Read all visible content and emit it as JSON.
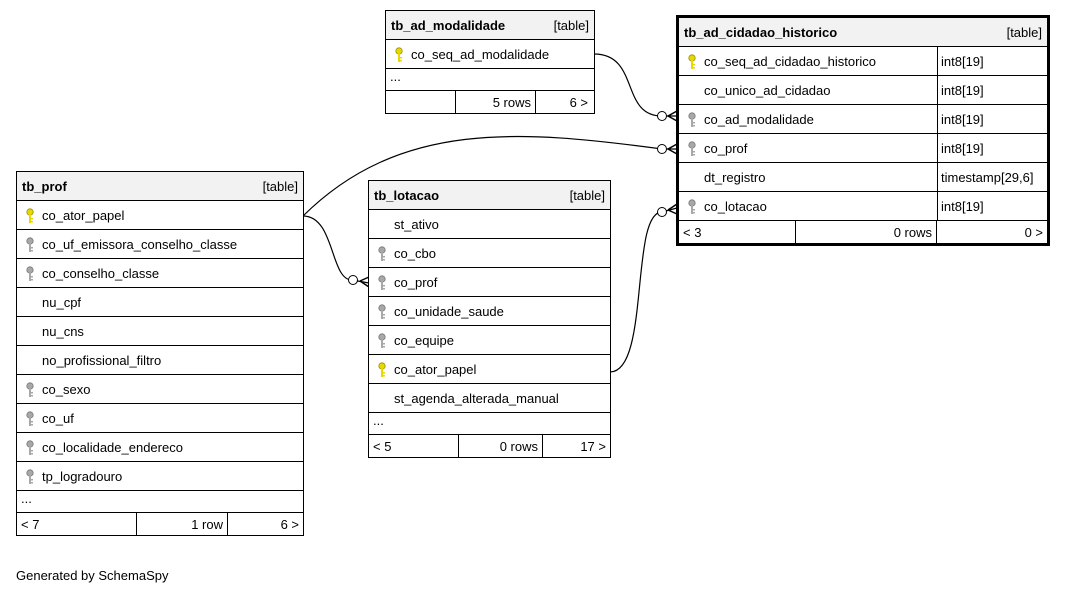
{
  "tables": {
    "modalidade": {
      "name": "tb_ad_modalidade",
      "kind": "[table]",
      "columns": [
        {
          "name": "co_seq_ad_modalidade",
          "key": "primary"
        }
      ],
      "ellipsis": "...",
      "footer": {
        "left": "",
        "middle": "5 rows",
        "right": "6 >"
      }
    },
    "historico": {
      "name": "tb_ad_cidadao_historico",
      "kind": "[table]",
      "columns": [
        {
          "name": "co_seq_ad_cidadao_historico",
          "type": "int8[19]",
          "key": "primary"
        },
        {
          "name": "co_unico_ad_cidadao",
          "type": "int8[19]",
          "key": "none"
        },
        {
          "name": "co_ad_modalidade",
          "type": "int8[19]",
          "key": "foreign"
        },
        {
          "name": "co_prof",
          "type": "int8[19]",
          "key": "foreign"
        },
        {
          "name": "dt_registro",
          "type": "timestamp[29,6]",
          "key": "none"
        },
        {
          "name": "co_lotacao",
          "type": "int8[19]",
          "key": "foreign"
        }
      ],
      "footer": {
        "left": "< 3",
        "middle": "0 rows",
        "right": "0 >"
      }
    },
    "prof": {
      "name": "tb_prof",
      "kind": "[table]",
      "columns": [
        {
          "name": "co_ator_papel",
          "key": "primary"
        },
        {
          "name": "co_uf_emissora_conselho_classe",
          "key": "foreign"
        },
        {
          "name": "co_conselho_classe",
          "key": "foreign"
        },
        {
          "name": "nu_cpf",
          "key": "none"
        },
        {
          "name": "nu_cns",
          "key": "none"
        },
        {
          "name": "no_profissional_filtro",
          "key": "none"
        },
        {
          "name": "co_sexo",
          "key": "foreign"
        },
        {
          "name": "co_uf",
          "key": "foreign"
        },
        {
          "name": "co_localidade_endereco",
          "key": "foreign"
        },
        {
          "name": "tp_logradouro",
          "key": "foreign"
        }
      ],
      "ellipsis": "...",
      "footer": {
        "left": "< 7",
        "middle": "1 row",
        "right": "6 >"
      }
    },
    "lotacao": {
      "name": "tb_lotacao",
      "kind": "[table]",
      "columns": [
        {
          "name": "st_ativo",
          "key": "none"
        },
        {
          "name": "co_cbo",
          "key": "foreign"
        },
        {
          "name": "co_prof",
          "key": "foreign"
        },
        {
          "name": "co_unidade_saude",
          "key": "foreign"
        },
        {
          "name": "co_equipe",
          "key": "foreign"
        },
        {
          "name": "co_ator_papel",
          "key": "primary"
        },
        {
          "name": "st_agenda_alterada_manual",
          "key": "none"
        }
      ],
      "ellipsis": "...",
      "footer": {
        "left": "< 5",
        "middle": "0 rows",
        "right": "17 >"
      }
    }
  },
  "colors": {
    "primary_key": "#e8d800",
    "foreign_key": "#a8a8a8",
    "header_bg": "#f2f2f2"
  },
  "footer_text": "Generated by SchemaSpy"
}
